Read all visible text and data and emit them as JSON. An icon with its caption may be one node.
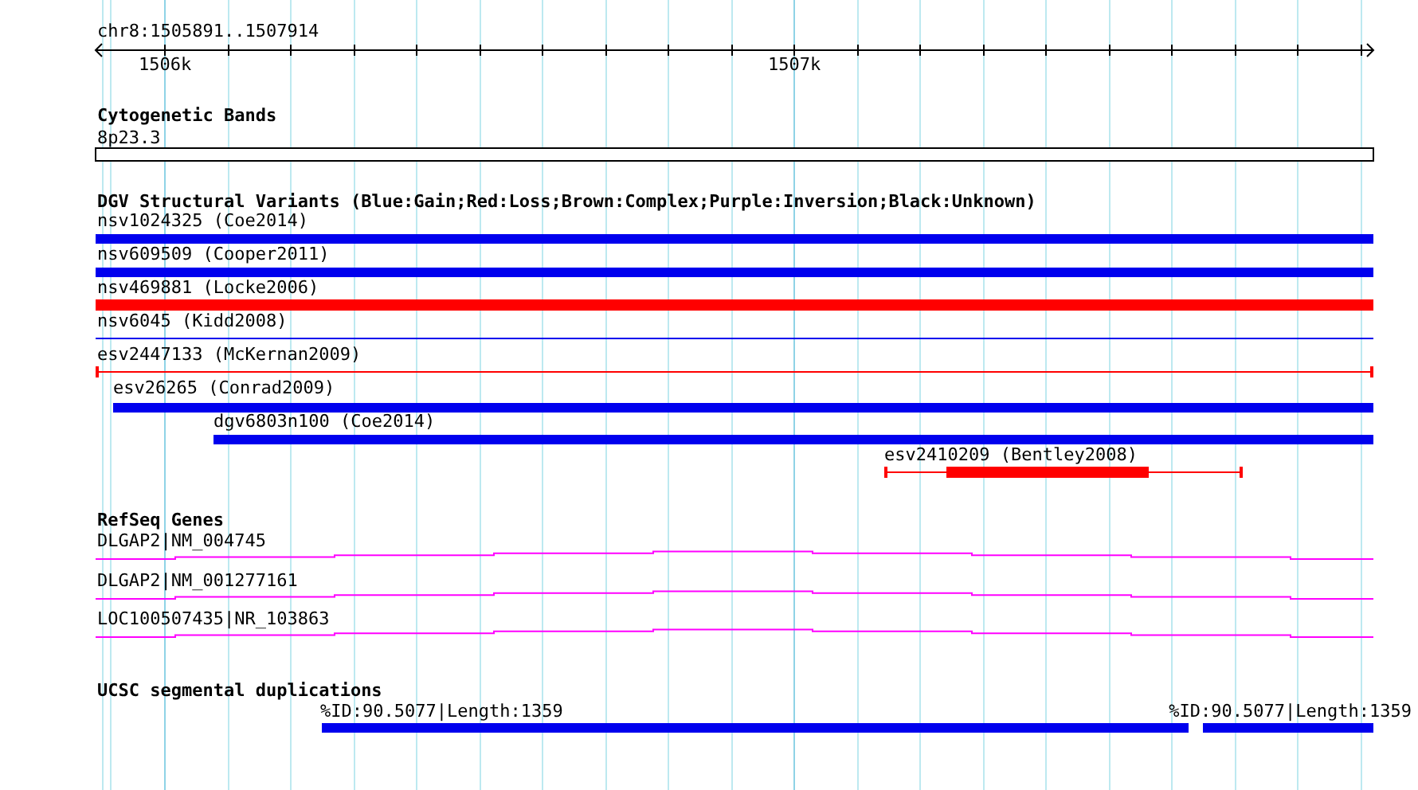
{
  "diagram": {
    "labels": [
      "chr8:1505891..1507914",
      "1506k",
      "1507k",
      "Cytogenetic Bands",
      "8p23.3",
      "DGV Structural Variants (Blue:Gain;Red:Loss;Brown:Complex;Purple:Inversion;Black:Unknown)",
      "nsv1024325 (Coe2014)",
      "nsv609509 (Cooper2011)",
      "nsv469881 (Locke2006)",
      "nsv6045 (Kidd2008)",
      "esv2447133 (McKernan2009)",
      "esv26265 (Conrad2009)",
      "dgv6803n100 (Coe2014)",
      "esv2410209 (Bentley2008)",
      "RefSeq Genes",
      "DLGAP2|NM_004745",
      "DLGAP2|NM_001277161",
      "LOC100507435|NR_103863",
      "UCSC segmental duplications",
      "%ID:90.5077|Length:1359",
      "%ID:90.5077|Length:1359"
    ]
  }
}
